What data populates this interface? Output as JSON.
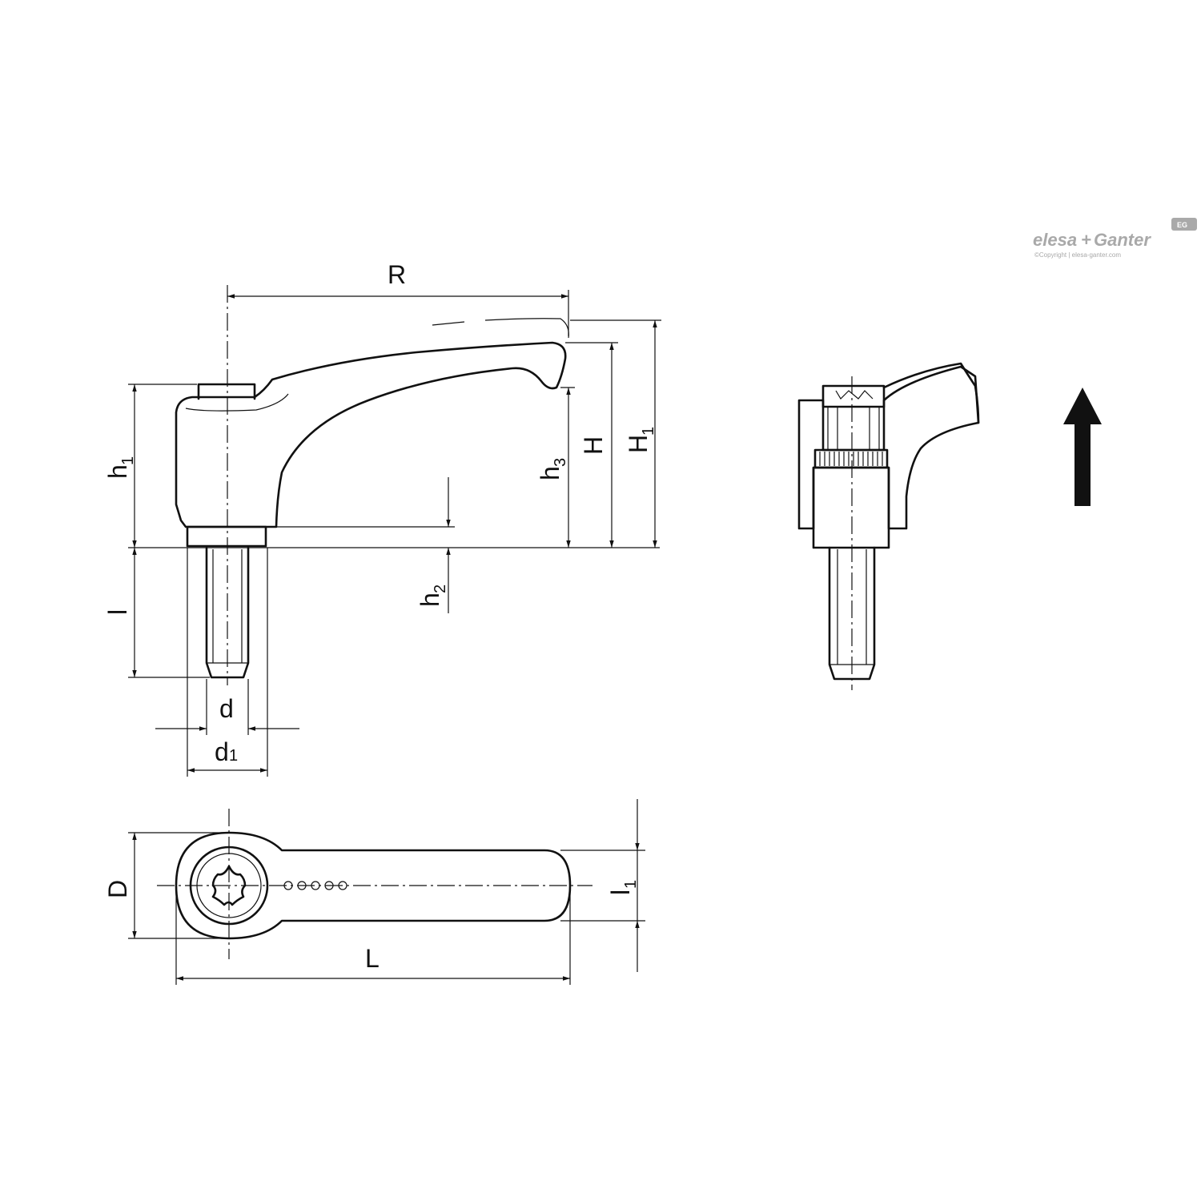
{
  "brand": {
    "name_part1": "elesa",
    "name_plus": "+",
    "name_part2": "Ganter",
    "copyright": "©Copyright | elesa-ganter.com",
    "badge": "EG"
  },
  "dimensions": {
    "R": "R",
    "H": "H",
    "H1": {
      "base": "H",
      "sub": "1"
    },
    "h1": {
      "base": "h",
      "sub": "1"
    },
    "h2": {
      "base": "h",
      "sub": "2"
    },
    "h3": {
      "base": "h",
      "sub": "3"
    },
    "l": "l",
    "l1": {
      "base": "l",
      "sub": "1"
    },
    "d": "d",
    "d1": {
      "base": "d",
      "sub": "1"
    },
    "D": "D",
    "L": "L"
  },
  "colors": {
    "line": "#111111",
    "logo": "#a9a9a9",
    "background": "#ffffff"
  }
}
